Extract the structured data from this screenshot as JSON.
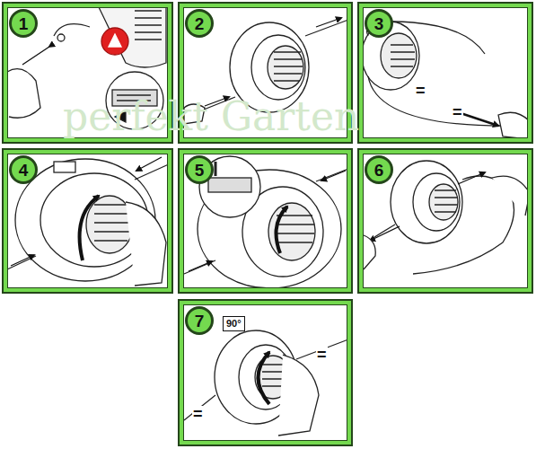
{
  "diagram": {
    "nodes": [
      {
        "text": [
          "1"
        ]
      },
      {
        "text": [
          "2"
        ]
      },
      {
        "text": [
          "3"
        ]
      },
      {
        "text": [
          "4"
        ]
      },
      {
        "text": [
          "5"
        ]
      },
      {
        "text": [
          "6"
        ]
      },
      {
        "text": [
          "7"
        ]
      }
    ],
    "labels": [
      "perfekt Garten",
      "=",
      "=",
      "90°",
      "=",
      "="
    ]
  }
}
